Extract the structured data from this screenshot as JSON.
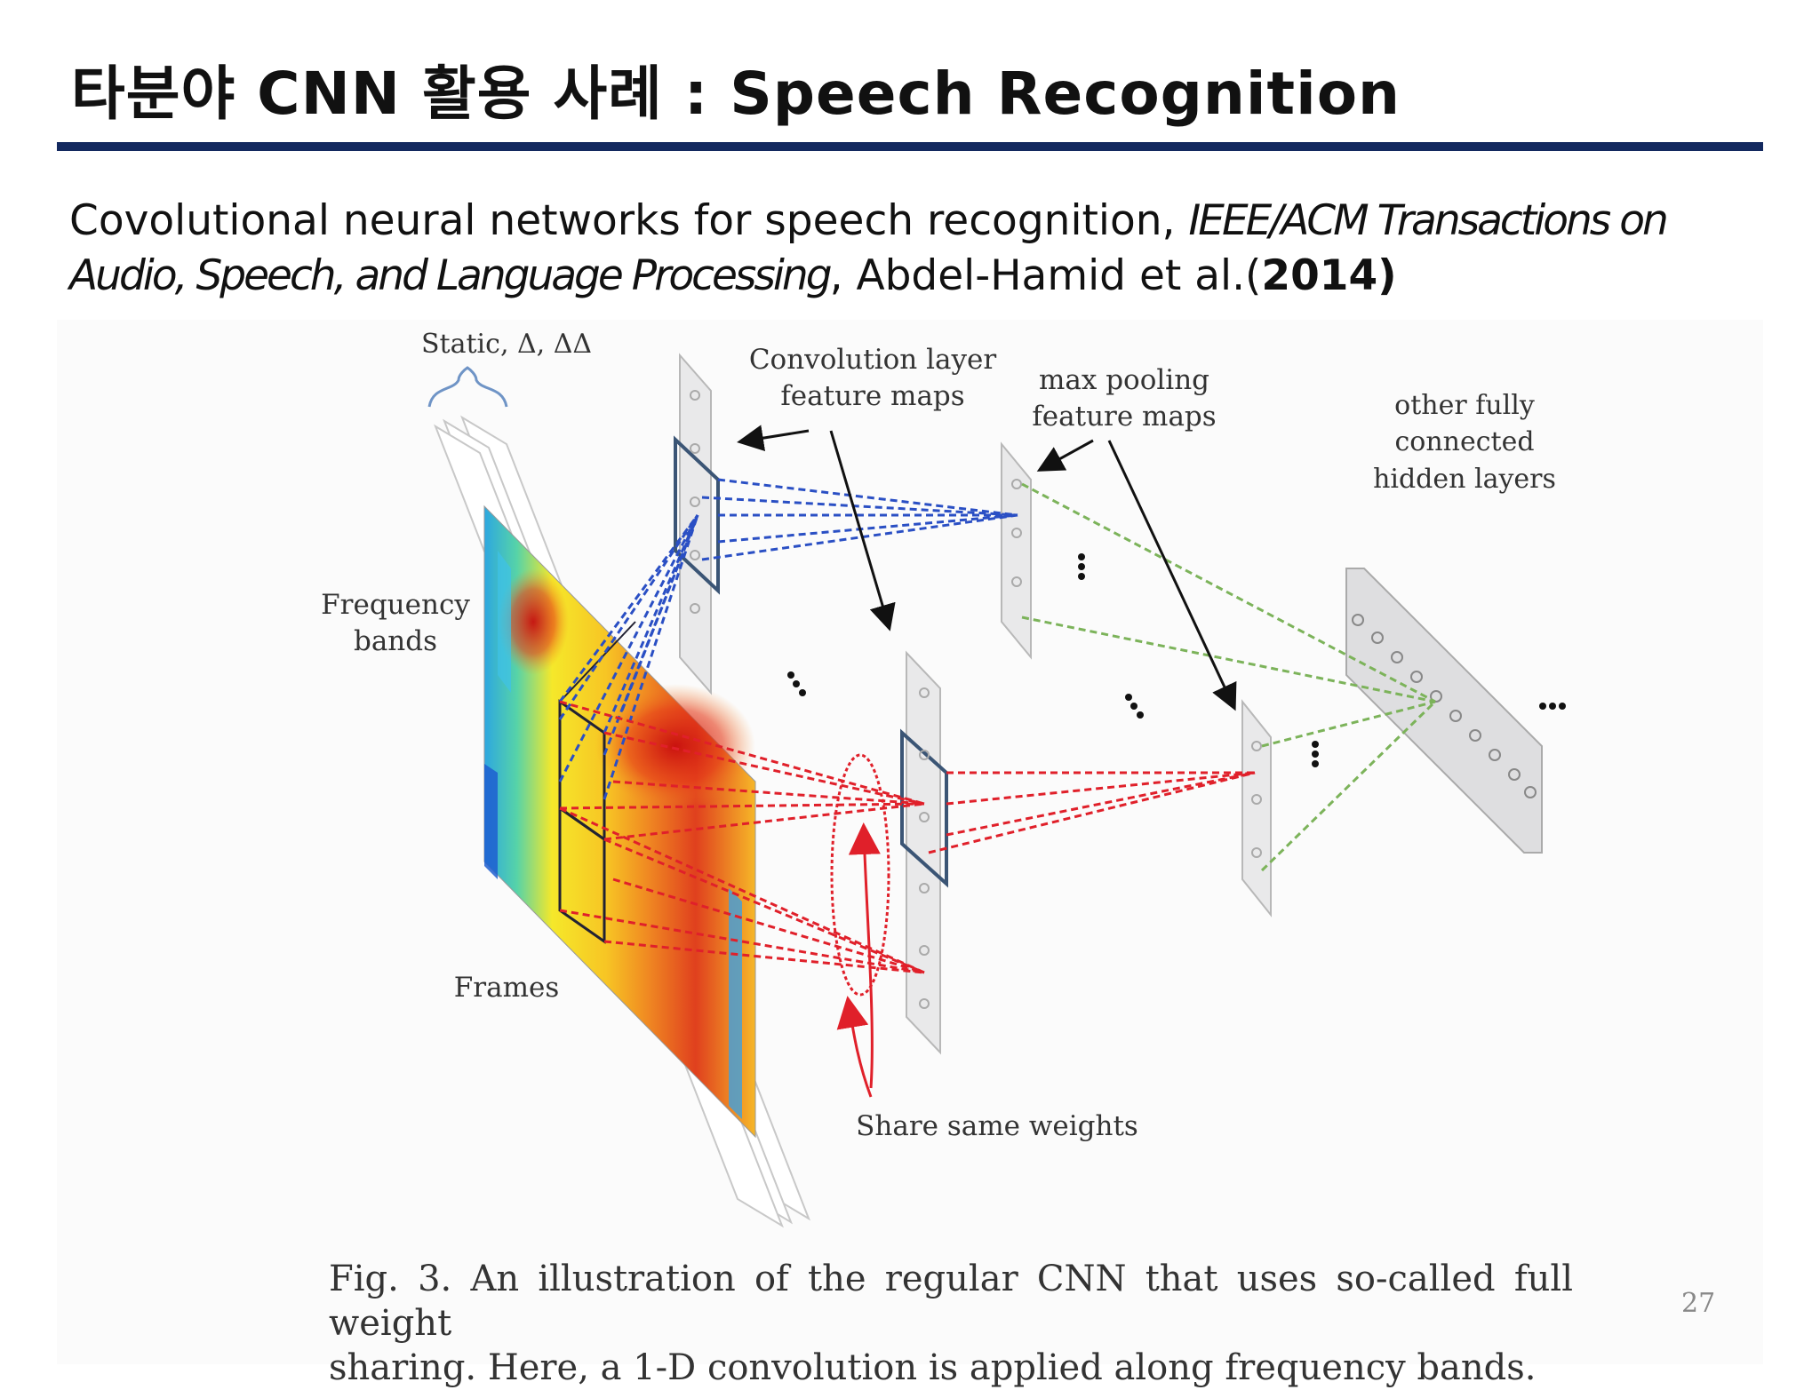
{
  "slide": {
    "title": "타분야 CNN 활용 사례 : Speech Recognition",
    "page_number": "27"
  },
  "citation": {
    "text": "Covolutional neural networks for speech recognition, ",
    "journal": "IEEE/ACM Transactions on Audio, Speech, and Language Processing",
    "after_journal": ", Abdel-Hamid et al.(",
    "year": "2014)"
  },
  "figure": {
    "labels": {
      "static": "Static, Δ, ΔΔ",
      "conv_line1": "Convolution layer",
      "conv_line2": "feature maps",
      "pool_line1": "max pooling",
      "pool_line2": "feature maps",
      "fc_line1": "other fully",
      "fc_line2": "connected",
      "fc_line3": "hidden layers",
      "freq_line1": "Frequency",
      "freq_line2": "bands",
      "frames": "Frames",
      "share": "Share same weights"
    },
    "colors": {
      "blue_links": "#2a4fc4",
      "red_links": "#e0202a",
      "green_links": "#7cb35a",
      "title_rule": "#13295f"
    },
    "caption_line1": "Fig. 3.  An illustration of the regular CNN that uses so-called full weight",
    "caption_line2": "sharing. Here, a 1-D convolution is applied along frequency bands."
  }
}
